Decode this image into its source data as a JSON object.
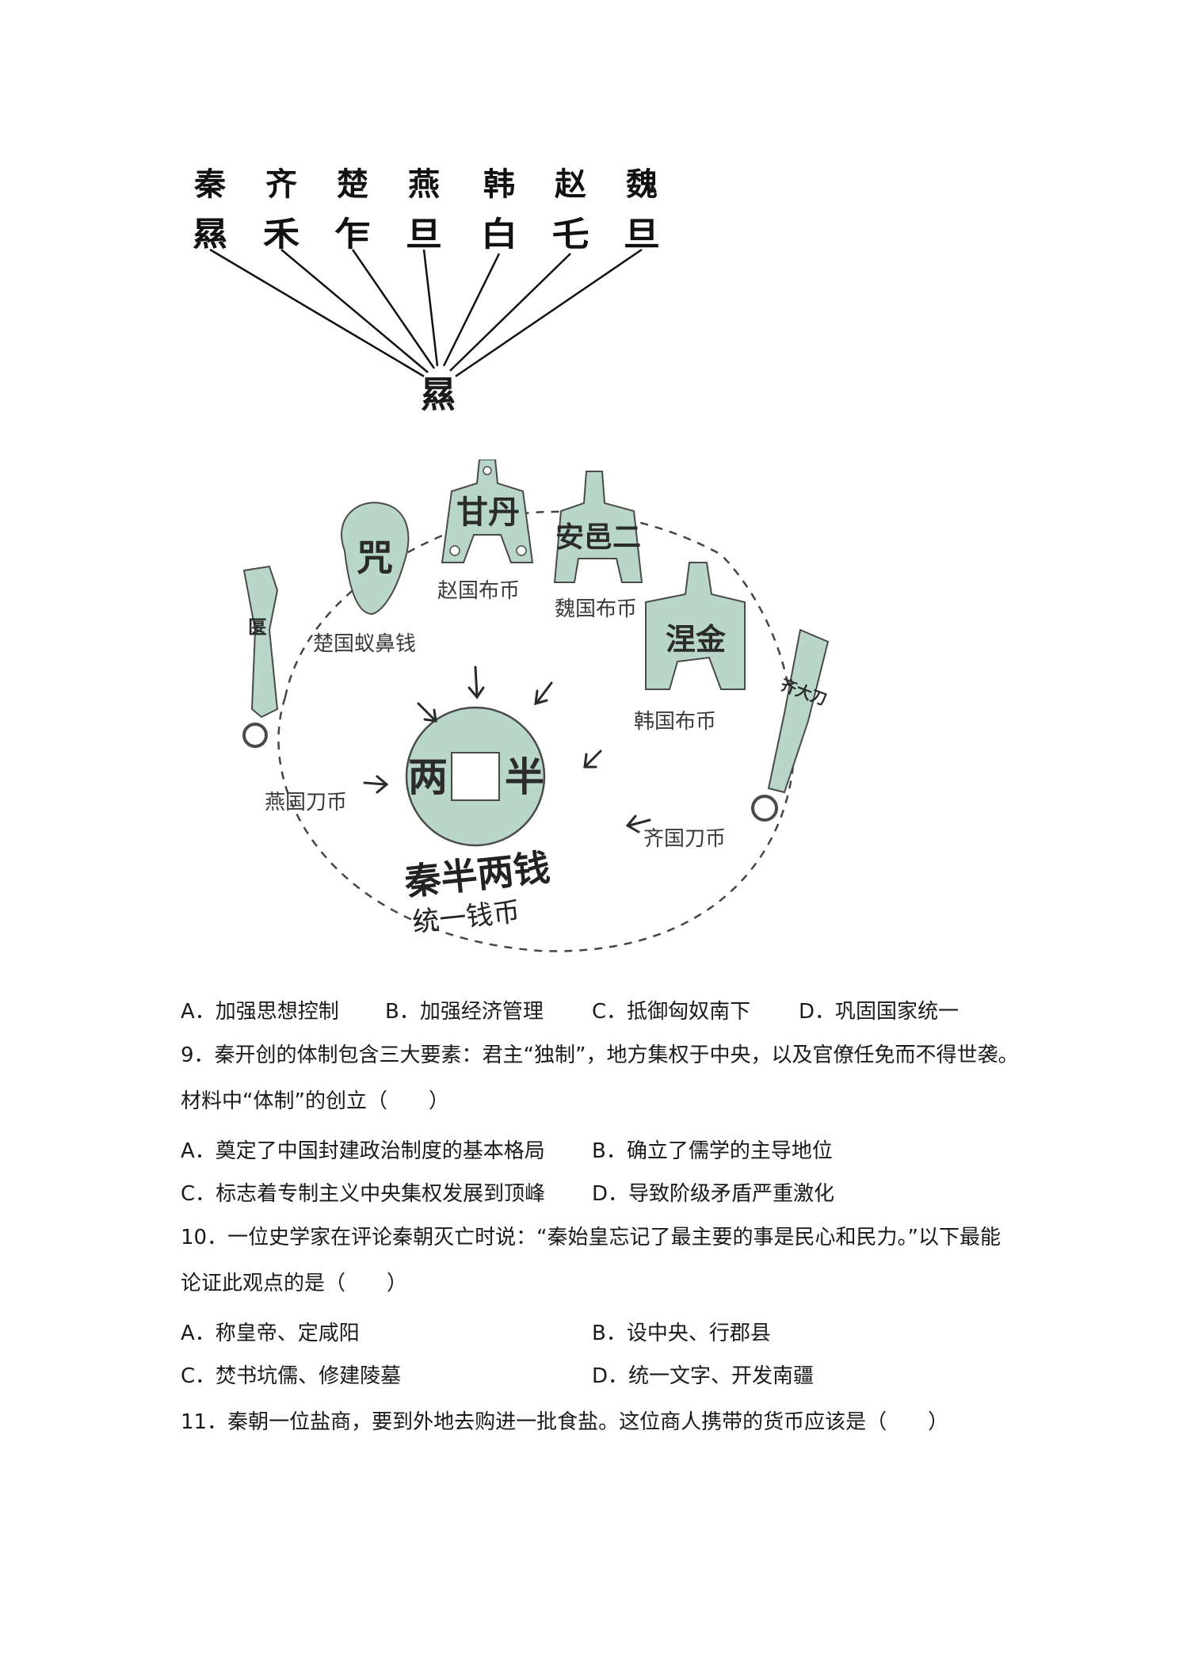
{
  "fig1": {
    "states": [
      "秦",
      "齐",
      "楚",
      "燕",
      "韩",
      "赵",
      "魏"
    ],
    "seal_glyphs": [
      "㬎",
      "禾",
      "乍",
      "旦",
      "白",
      "乇",
      "旦"
    ],
    "unified_glyph": "㬎"
  },
  "fig2": {
    "labels": {
      "chu": "楚国蚁鼻钱",
      "zhao": "赵国布币",
      "wei": "魏国布币",
      "han": "韩国布币",
      "yan": "燕国刀币",
      "qi": "齐国刀币"
    },
    "center_title": "秦半两钱",
    "center_subtitle": "统一钱币",
    "inscriptions": {
      "chu": "咒",
      "zhao": "甘丹",
      "wei": "安邑二",
      "han": "涅金",
      "yan": "匽",
      "qi": "齐大刀",
      "qin_left": "两",
      "qin_right": "半"
    }
  },
  "q8": {
    "options": [
      {
        "letter": "A．",
        "text": "加强思想控制"
      },
      {
        "letter": "B．",
        "text": "加强经济管理"
      },
      {
        "letter": "C．",
        "text": "抵御匈奴南下"
      },
      {
        "letter": "D．",
        "text": "巩固国家统一"
      }
    ]
  },
  "q9": {
    "stem_line1": "9．秦开创的体制包含三大要素：君主“独制”，地方集权于中央，以及官僚任免而不得世袭。",
    "stem_line2": "材料中“体制”的创立（　　）",
    "options": [
      {
        "letter": "A．",
        "text": "奠定了中国封建政治制度的基本格局"
      },
      {
        "letter": "B．",
        "text": "确立了儒学的主导地位"
      },
      {
        "letter": "C．",
        "text": "标志着专制主义中央集权发展到顶峰"
      },
      {
        "letter": "D．",
        "text": "导致阶级矛盾严重激化"
      }
    ]
  },
  "q10": {
    "stem_line1": "10．一位史学家在评论秦朝灭亡时说：“秦始皇忘记了最主要的事是民心和民力。”以下最能",
    "stem_line2": "论证此观点的是（　　）",
    "options": [
      {
        "letter": "A．",
        "text": "称皇帝、定咸阳"
      },
      {
        "letter": "B．",
        "text": "设中央、行郡县"
      },
      {
        "letter": "C．",
        "text": "焚书坑儒、修建陵墓"
      },
      {
        "letter": "D．",
        "text": "统一文字、开发南疆"
      }
    ]
  },
  "q11": {
    "stem_line1": "11．秦朝一位盐商，要到外地去购进一批食盐。这位商人携带的货币应该是（　　）"
  },
  "colors": {
    "coin_fill": "#b9d7c9",
    "coin_stroke": "#4a4a4a",
    "text": "#1a1a1a"
  }
}
